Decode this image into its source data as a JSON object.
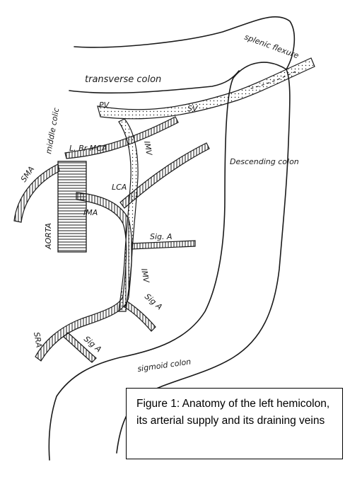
{
  "labels": {
    "splenic_flexure": "splenic flexure",
    "transverse_colon": "transverse colon",
    "pv": "PV",
    "sv": "SV",
    "middle_colic": "middle colic",
    "l_br_mca": "L. Br MCA",
    "imv_upper": "IMV",
    "descending_colon": "Descending colon",
    "sma": "SMA",
    "lca": "LCA",
    "ima": "IMA",
    "aorta": "AORTA",
    "sig_a_1": "Sig. A",
    "imv_lower": "IMV",
    "sig_a_2": "Sig A",
    "sra": "SRA",
    "sig_a_3": "Sig A",
    "sigmoid_colon": "sigmoid colon"
  },
  "caption": {
    "text": "Figure 1: Anatomy of the left hemicolon, its arterial supply and its draining veins"
  }
}
